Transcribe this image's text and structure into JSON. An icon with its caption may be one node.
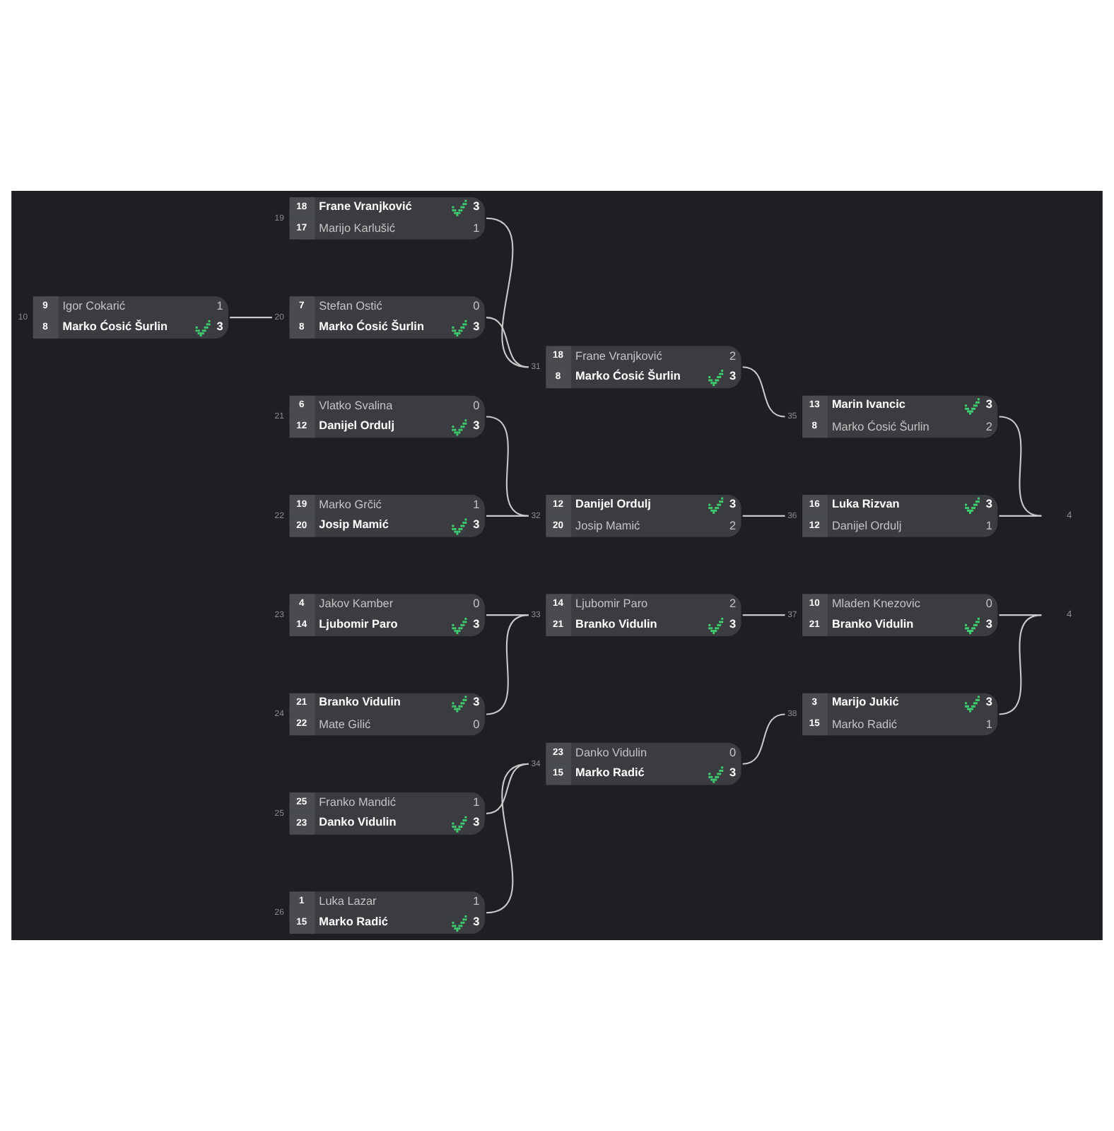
{
  "diagram": {
    "nodes": [
      {
        "text": [
          "9",
          "Igor Cokarić",
          "1",
          "8",
          "Marko Ćosić Šurlin",
          "3"
        ],
        "beside": [
          "10"
        ]
      },
      {
        "text": [
          "18",
          "Frane Vranjković",
          "3",
          "17",
          "Marijo Karlušić",
          "1"
        ],
        "beside": [
          "19"
        ]
      },
      {
        "text": [
          "7",
          "Stefan Ostić",
          "0",
          "8",
          "Marko Ćosić Šurlin",
          "3"
        ],
        "beside": [
          "20"
        ]
      },
      {
        "text": [
          "6",
          "Vlatko Svalina",
          "0",
          "12",
          "Danijel Ordulj",
          "3"
        ],
        "beside": [
          "21"
        ]
      },
      {
        "text": [
          "19",
          "Marko Grčić",
          "1",
          "20",
          "Josip Mamić",
          "3"
        ],
        "beside": [
          "22"
        ]
      },
      {
        "text": [
          "4",
          "Jakov Kamber",
          "0",
          "14",
          "Ljubomir Paro",
          "3"
        ],
        "beside": [
          "23"
        ]
      },
      {
        "text": [
          "21",
          "Branko Vidulin",
          "3",
          "22",
          "Mate Gilić",
          "0"
        ],
        "beside": [
          "24"
        ]
      },
      {
        "text": [
          "25",
          "Franko Mandić",
          "1",
          "23",
          "Danko Vidulin",
          "3"
        ],
        "beside": [
          "25"
        ]
      },
      {
        "text": [
          "1",
          "Luka Lazar",
          "1",
          "15",
          "Marko Radić",
          "3"
        ],
        "beside": [
          "26"
        ]
      },
      {
        "text": [
          "18",
          "Frane Vranjković",
          "2",
          "8",
          "Marko Ćosić Šurlin",
          "3"
        ],
        "beside": [
          "31"
        ]
      },
      {
        "text": [
          "12",
          "Danijel Ordulj",
          "3",
          "20",
          "Josip Mamić",
          "2"
        ],
        "beside": [
          "32"
        ]
      },
      {
        "text": [
          "14",
          "Ljubomir Paro",
          "2",
          "21",
          "Branko Vidulin",
          "3"
        ],
        "beside": [
          "33"
        ]
      },
      {
        "text": [
          "23",
          "Danko Vidulin",
          "0",
          "15",
          "Marko Radić",
          "3"
        ],
        "beside": [
          "34"
        ]
      },
      {
        "text": [
          "13",
          "Marin Ivancic",
          "3",
          "8",
          "Marko Ćosić Šurlin",
          "2"
        ],
        "beside": [
          "35"
        ]
      },
      {
        "text": [
          "16",
          "Luka Rizvan",
          "3",
          "12",
          "Danijel Ordulj",
          "1"
        ],
        "beside": [
          "36"
        ]
      },
      {
        "text": [
          "10",
          "Mladen Knezovic",
          "0",
          "21",
          "Branko Vidulin",
          "3"
        ],
        "beside": [
          "37"
        ]
      },
      {
        "text": [
          "3",
          "Marijo Jukić",
          "3",
          "15",
          "Marko Radić",
          "1"
        ],
        "beside": [
          "38"
        ]
      },
      {
        "text": [
          "4"
        ]
      },
      {
        "text": [
          "4"
        ]
      }
    ],
    "edges": [
      {
        "from": 0,
        "to": 2,
        "arrow": "none"
      },
      {
        "from": 1,
        "to": 9,
        "arrow": "none"
      },
      {
        "from": 2,
        "to": 9,
        "arrow": "none"
      },
      {
        "from": 3,
        "to": 10,
        "arrow": "none"
      },
      {
        "from": 4,
        "to": 10,
        "arrow": "none"
      },
      {
        "from": 5,
        "to": 11,
        "arrow": "none"
      },
      {
        "from": 6,
        "to": 11,
        "arrow": "none"
      },
      {
        "from": 7,
        "to": 12,
        "arrow": "none"
      },
      {
        "from": 8,
        "to": 12,
        "arrow": "none"
      },
      {
        "from": 9,
        "to": 13,
        "arrow": "none"
      },
      {
        "from": 10,
        "to": 14,
        "arrow": "none"
      },
      {
        "from": 11,
        "to": 15,
        "arrow": "none"
      },
      {
        "from": 12,
        "to": 16,
        "arrow": "none"
      },
      {
        "from": 13,
        "to": 17,
        "arrow": "none"
      },
      {
        "from": 14,
        "to": 17,
        "arrow": "none"
      },
      {
        "from": 15,
        "to": 18,
        "arrow": "none"
      },
      {
        "from": 16,
        "to": 18,
        "arrow": "none"
      }
    ]
  }
}
